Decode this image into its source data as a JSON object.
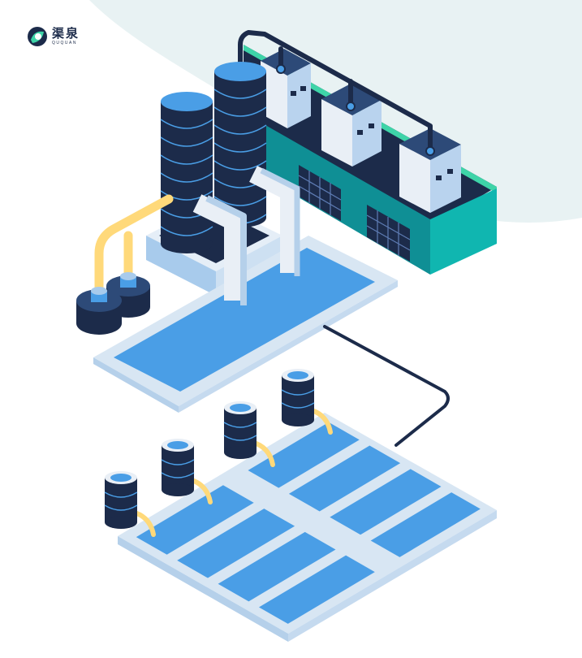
{
  "brand": {
    "name_cn": "渠泉",
    "name_en": "QUQUAN",
    "logo_icon": "leaf-drop-icon"
  },
  "colors": {
    "navy": "#1c2b4a",
    "water_blue": "#4a9ee6",
    "light_blue": "#cfe3f5",
    "teal": "#10b6b0",
    "pipe_yellow": "#ffd97a",
    "background_blob": "#e8f2f3"
  },
  "scene": {
    "description_items": [
      "factory-building",
      "filter-towers",
      "settling-tank",
      "pump-units",
      "water-tanks",
      "filtration-beds"
    ]
  }
}
